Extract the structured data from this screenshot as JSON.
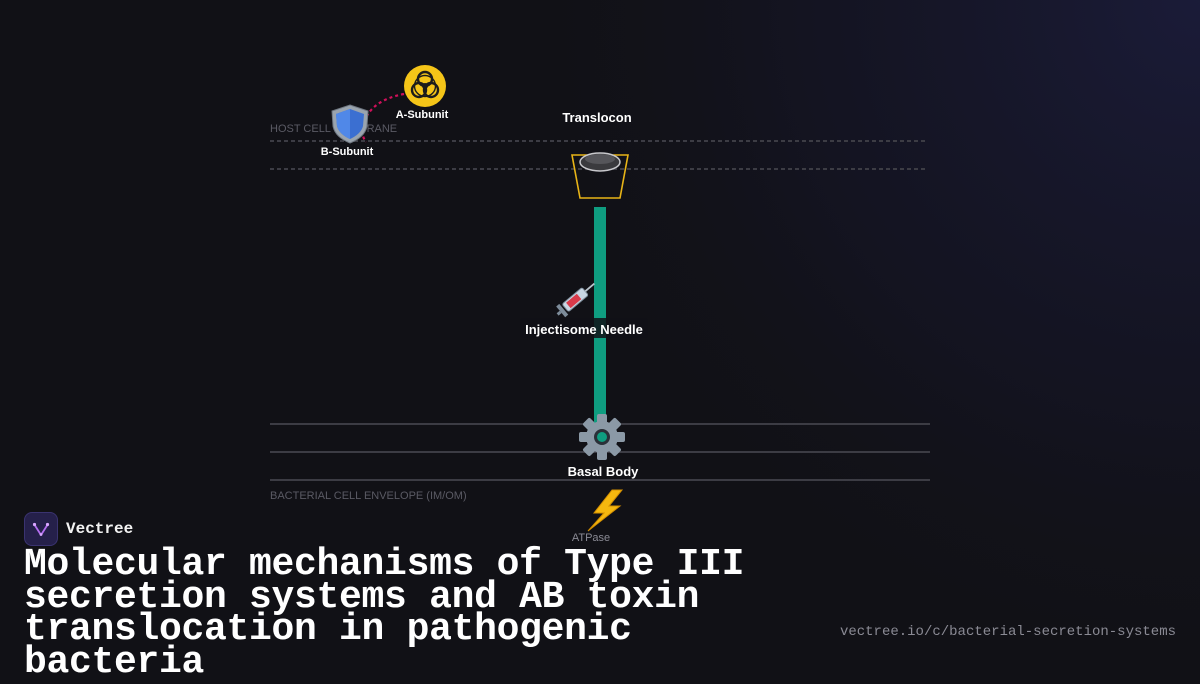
{
  "brand": {
    "name": "Vectree",
    "logo_icon": "vectree-v-logo-icon",
    "accent": "#b46ef0"
  },
  "title": "Molecular mechanisms of Type III secretion systems and AB toxin translocation in pathogenic bacteria",
  "url": "vectree.io/c/bacterial-secretion-systems",
  "diagram": {
    "host_membrane_label": "HOST CELL MEMBRANE",
    "bacterial_envelope_label": "BACTERIAL CELL ENVELOPE (IM/OM)",
    "components": {
      "a_subunit": {
        "label": "A-Subunit",
        "icon": "biohazard-icon"
      },
      "b_subunit": {
        "label": "B-Subunit",
        "icon": "shield-icon"
      },
      "translocon": {
        "label": "Translocon",
        "icon": "translocon-pore-icon"
      },
      "needle": {
        "label": "Injectisome Needle",
        "icon": "syringe-icon"
      },
      "basal_body": {
        "label": "Basal Body",
        "icon": "gear-icon"
      },
      "atpase": {
        "label": "ATPase",
        "icon": "lightning-icon"
      }
    },
    "colors": {
      "needle": "#0f9d80",
      "translocon_outline": "#e8b417",
      "toxin_path": "#d0105a",
      "membrane_line": "#3c3c44"
    }
  }
}
